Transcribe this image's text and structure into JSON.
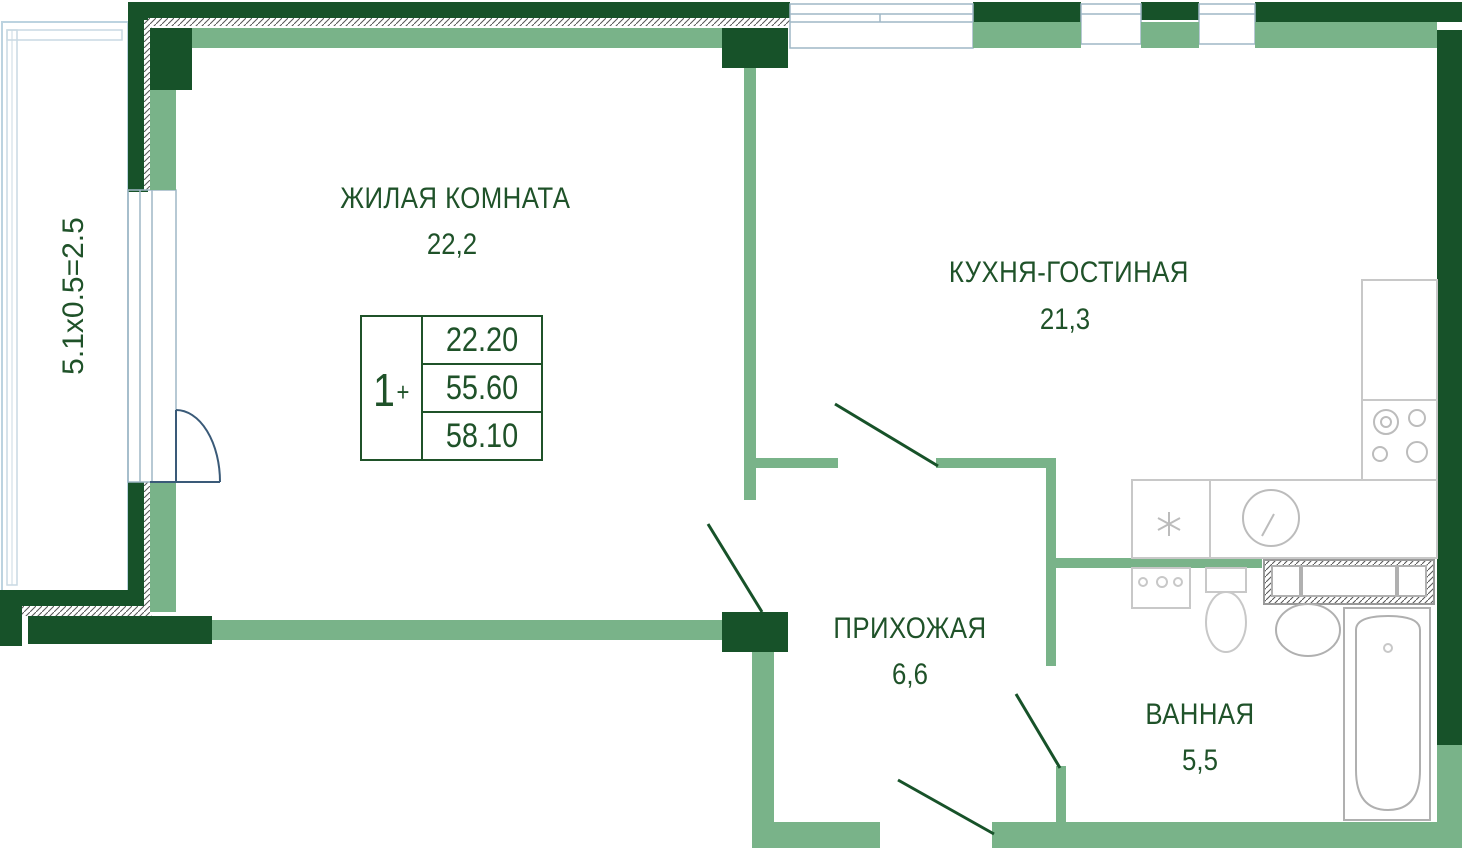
{
  "rooms": {
    "living_room": {
      "name": "ЖИЛАЯ КОМНАТА",
      "area": "22,2"
    },
    "kitchen_living": {
      "name": "КУХНЯ-ГОСТИНАЯ",
      "area": "21,3"
    },
    "hallway": {
      "name": "ПРИХОЖАЯ",
      "area": "6,6"
    },
    "bathroom": {
      "name": "ВАННАЯ",
      "area": "5,5"
    }
  },
  "balcony": {
    "label": "5.1х0.5=2.5"
  },
  "summary": {
    "rooms_count": "1",
    "rooms_suffix": "+",
    "living_area": "22.20",
    "total_area": "55.60",
    "total_with_balcony": "58.10"
  },
  "colors": {
    "wall_dark": "#175229",
    "wall_light": "#79b389",
    "text": "#1f5229",
    "fixture": "#c8c8c8"
  },
  "icons": [
    "snowflake-icon",
    "stove-icon",
    "toilet-icon",
    "sink-icon",
    "bathtub-icon",
    "washing-machine-icon"
  ]
}
